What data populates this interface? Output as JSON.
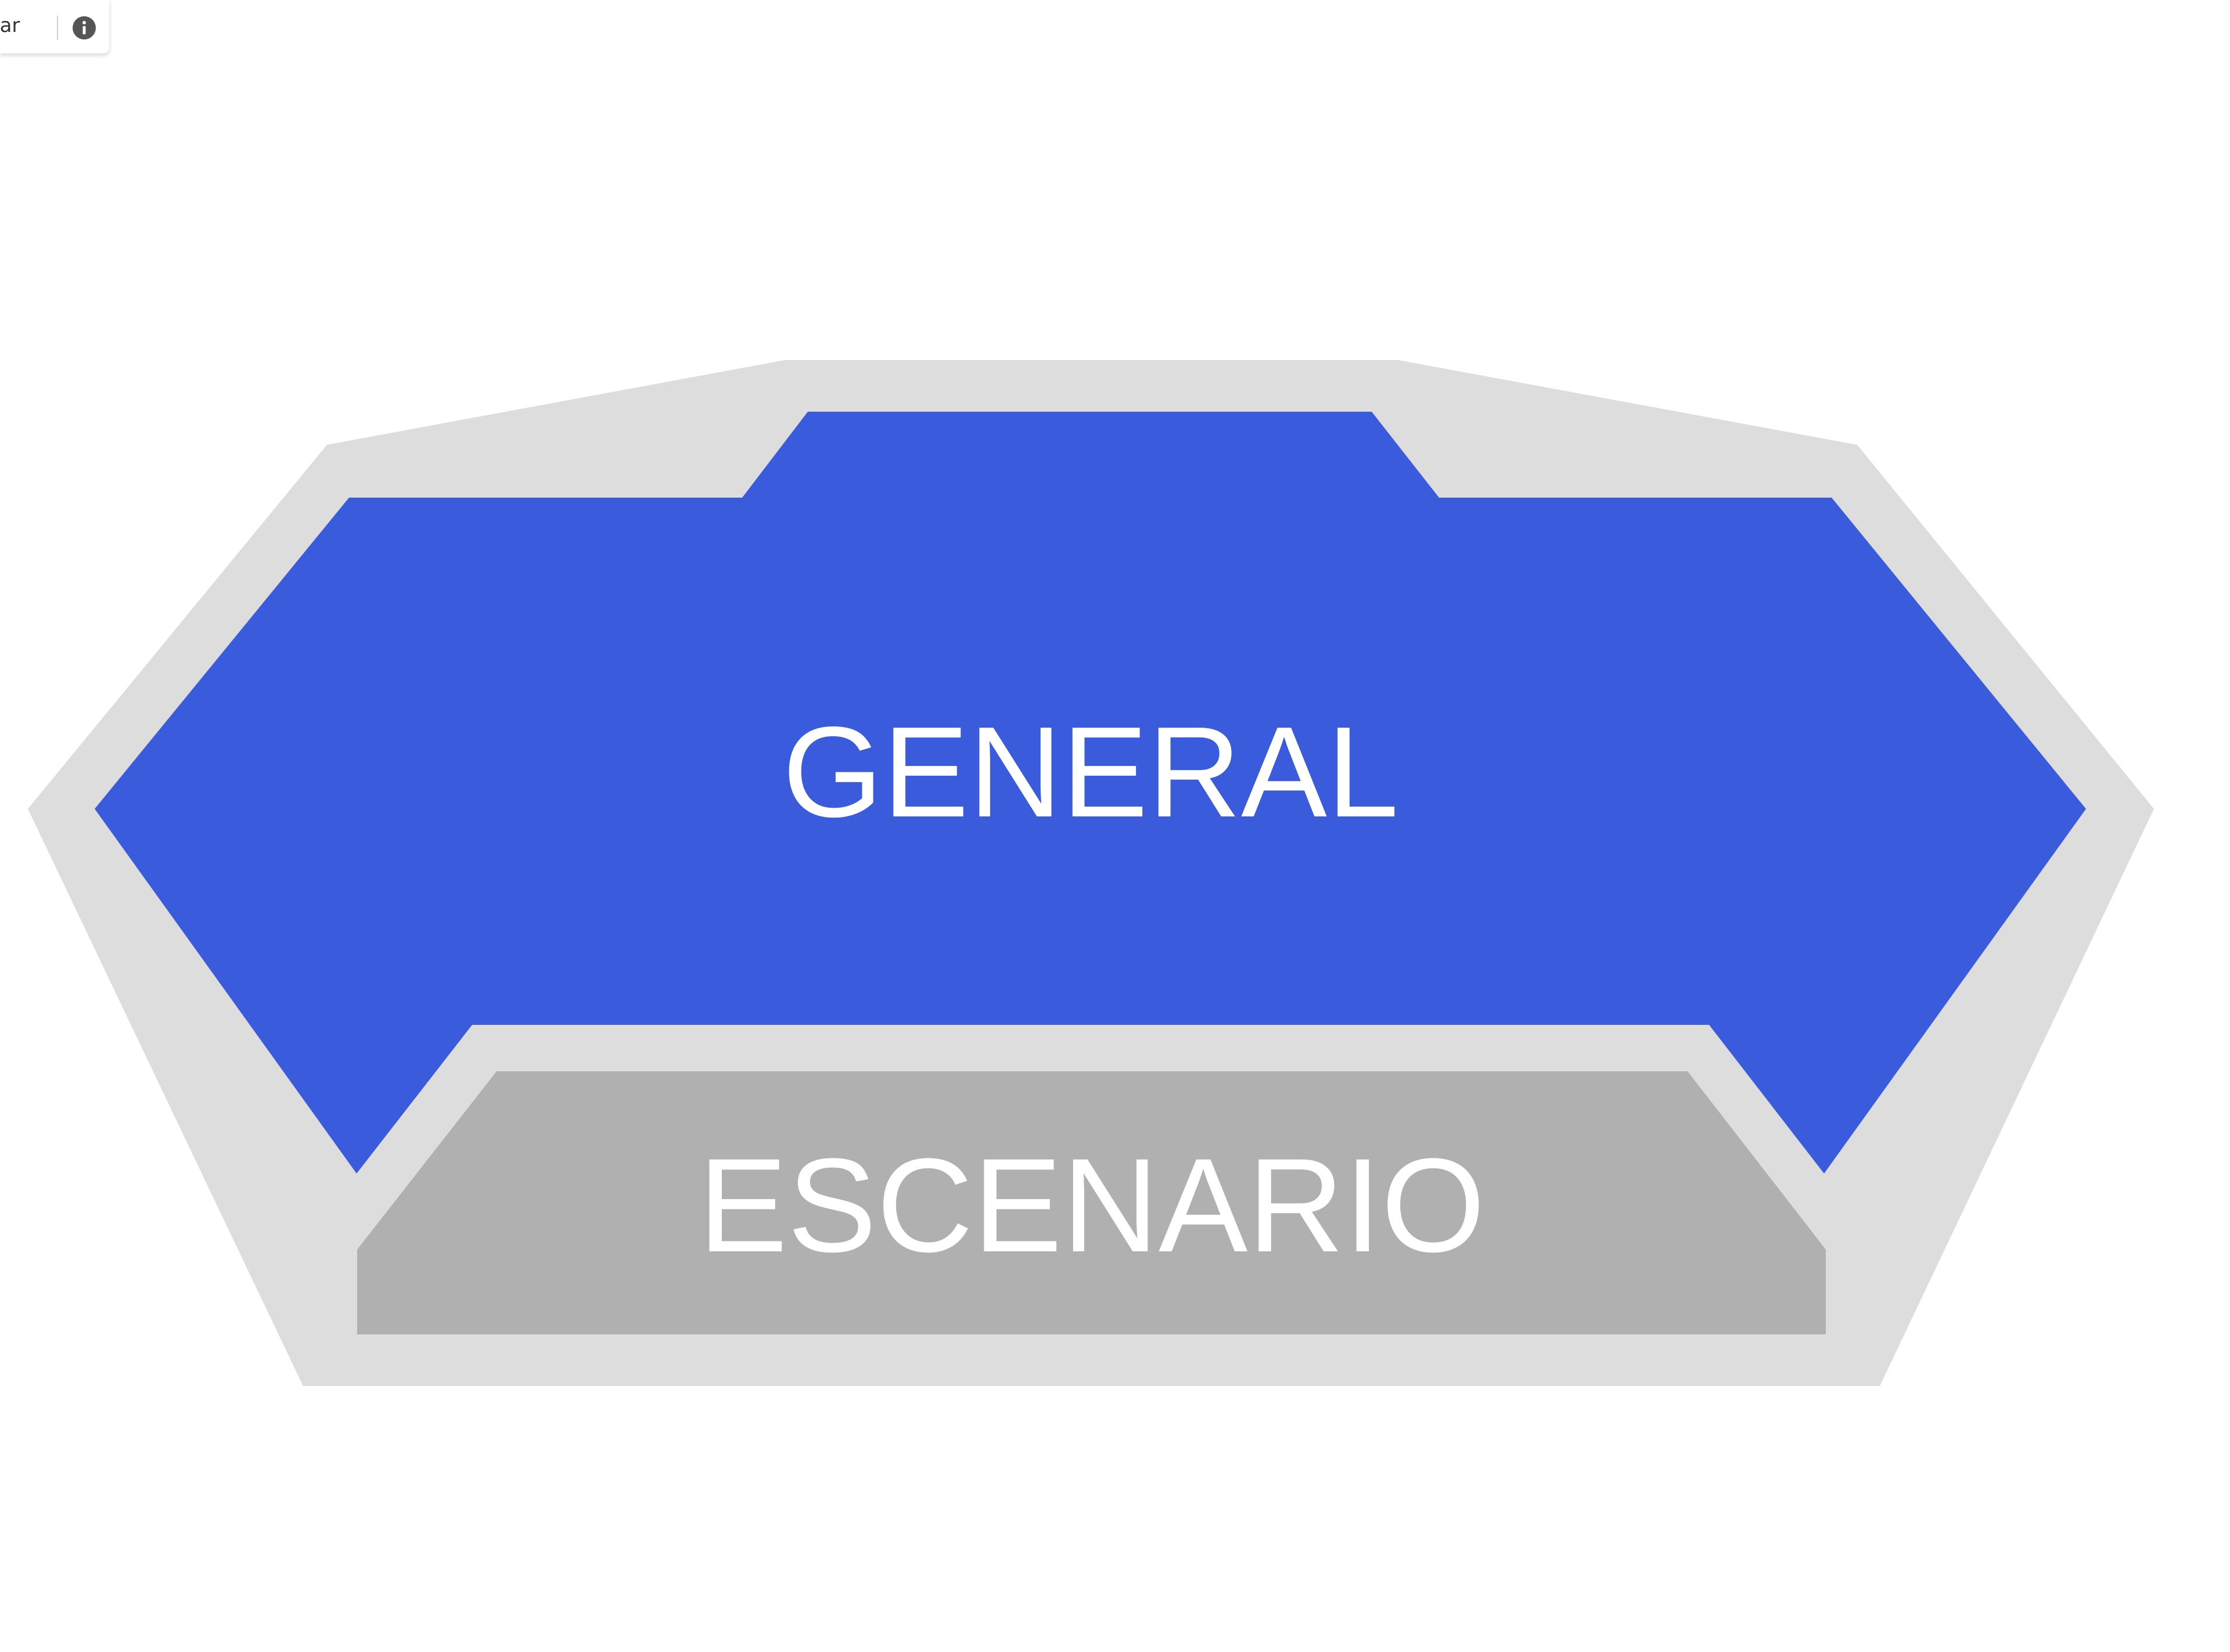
{
  "toolbar": {
    "label": "dar",
    "info_icon": "info-icon"
  },
  "venue_map": {
    "zones": [
      {
        "name": "GENERAL",
        "color": "#3a5bdb",
        "type": "seating-section"
      },
      {
        "name": "ESCENARIO",
        "color": "#b0b0b0",
        "type": "stage"
      }
    ],
    "outline_color": "#dddddd"
  }
}
